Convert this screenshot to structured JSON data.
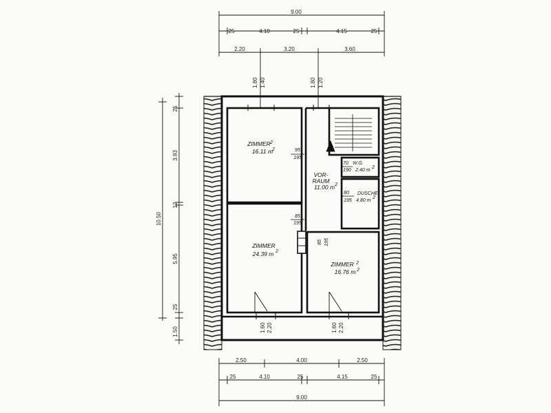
{
  "dimensions": {
    "top_total": "9.00",
    "top_row1": [
      "25",
      "4.10",
      "25",
      "4.15",
      "25"
    ],
    "top_row2": [
      "2.20",
      "3.20",
      "3.60"
    ],
    "window_top_left": [
      "1.80",
      "1.40"
    ],
    "window_top_right": [
      "1.80",
      "1.20"
    ],
    "left_total": "10.50",
    "left_segments": [
      "25",
      "3.93",
      "12",
      "5.95",
      "25",
      "1.50"
    ],
    "bottom_row1": [
      "2.50",
      "4.00",
      "2.50"
    ],
    "bottom_row2": [
      "25",
      "4.10",
      "25",
      "4.15",
      "25"
    ],
    "bottom_total": "9.00",
    "window_bottom_left": [
      "1.60",
      "2.20"
    ],
    "window_bottom_right": [
      "1.60",
      "2.20"
    ]
  },
  "rooms": {
    "zimmer_top": {
      "name": "ZIMMER",
      "area": "16.11 m"
    },
    "zimmer_left": {
      "name": "ZIMMER",
      "area": "24.39 m"
    },
    "zimmer_right": {
      "name": "ZIMMER",
      "area": "16.76 m"
    },
    "vorraum": {
      "name1": "VOR-",
      "name2": "RAUM",
      "area": "11.00 m"
    },
    "wc": {
      "name": "W.G.",
      "area": "2.40 m"
    },
    "dusche": {
      "name": "DUSCHE",
      "area": "4.80 m"
    }
  },
  "door_marks": {
    "d1": [
      "95",
      "195"
    ],
    "d2": [
      "85",
      "195"
    ],
    "d3": [
      "85",
      "195"
    ],
    "wc_door": [
      "70",
      "190"
    ],
    "dusche_door": [
      "80",
      "195"
    ]
  },
  "superscript": "2"
}
